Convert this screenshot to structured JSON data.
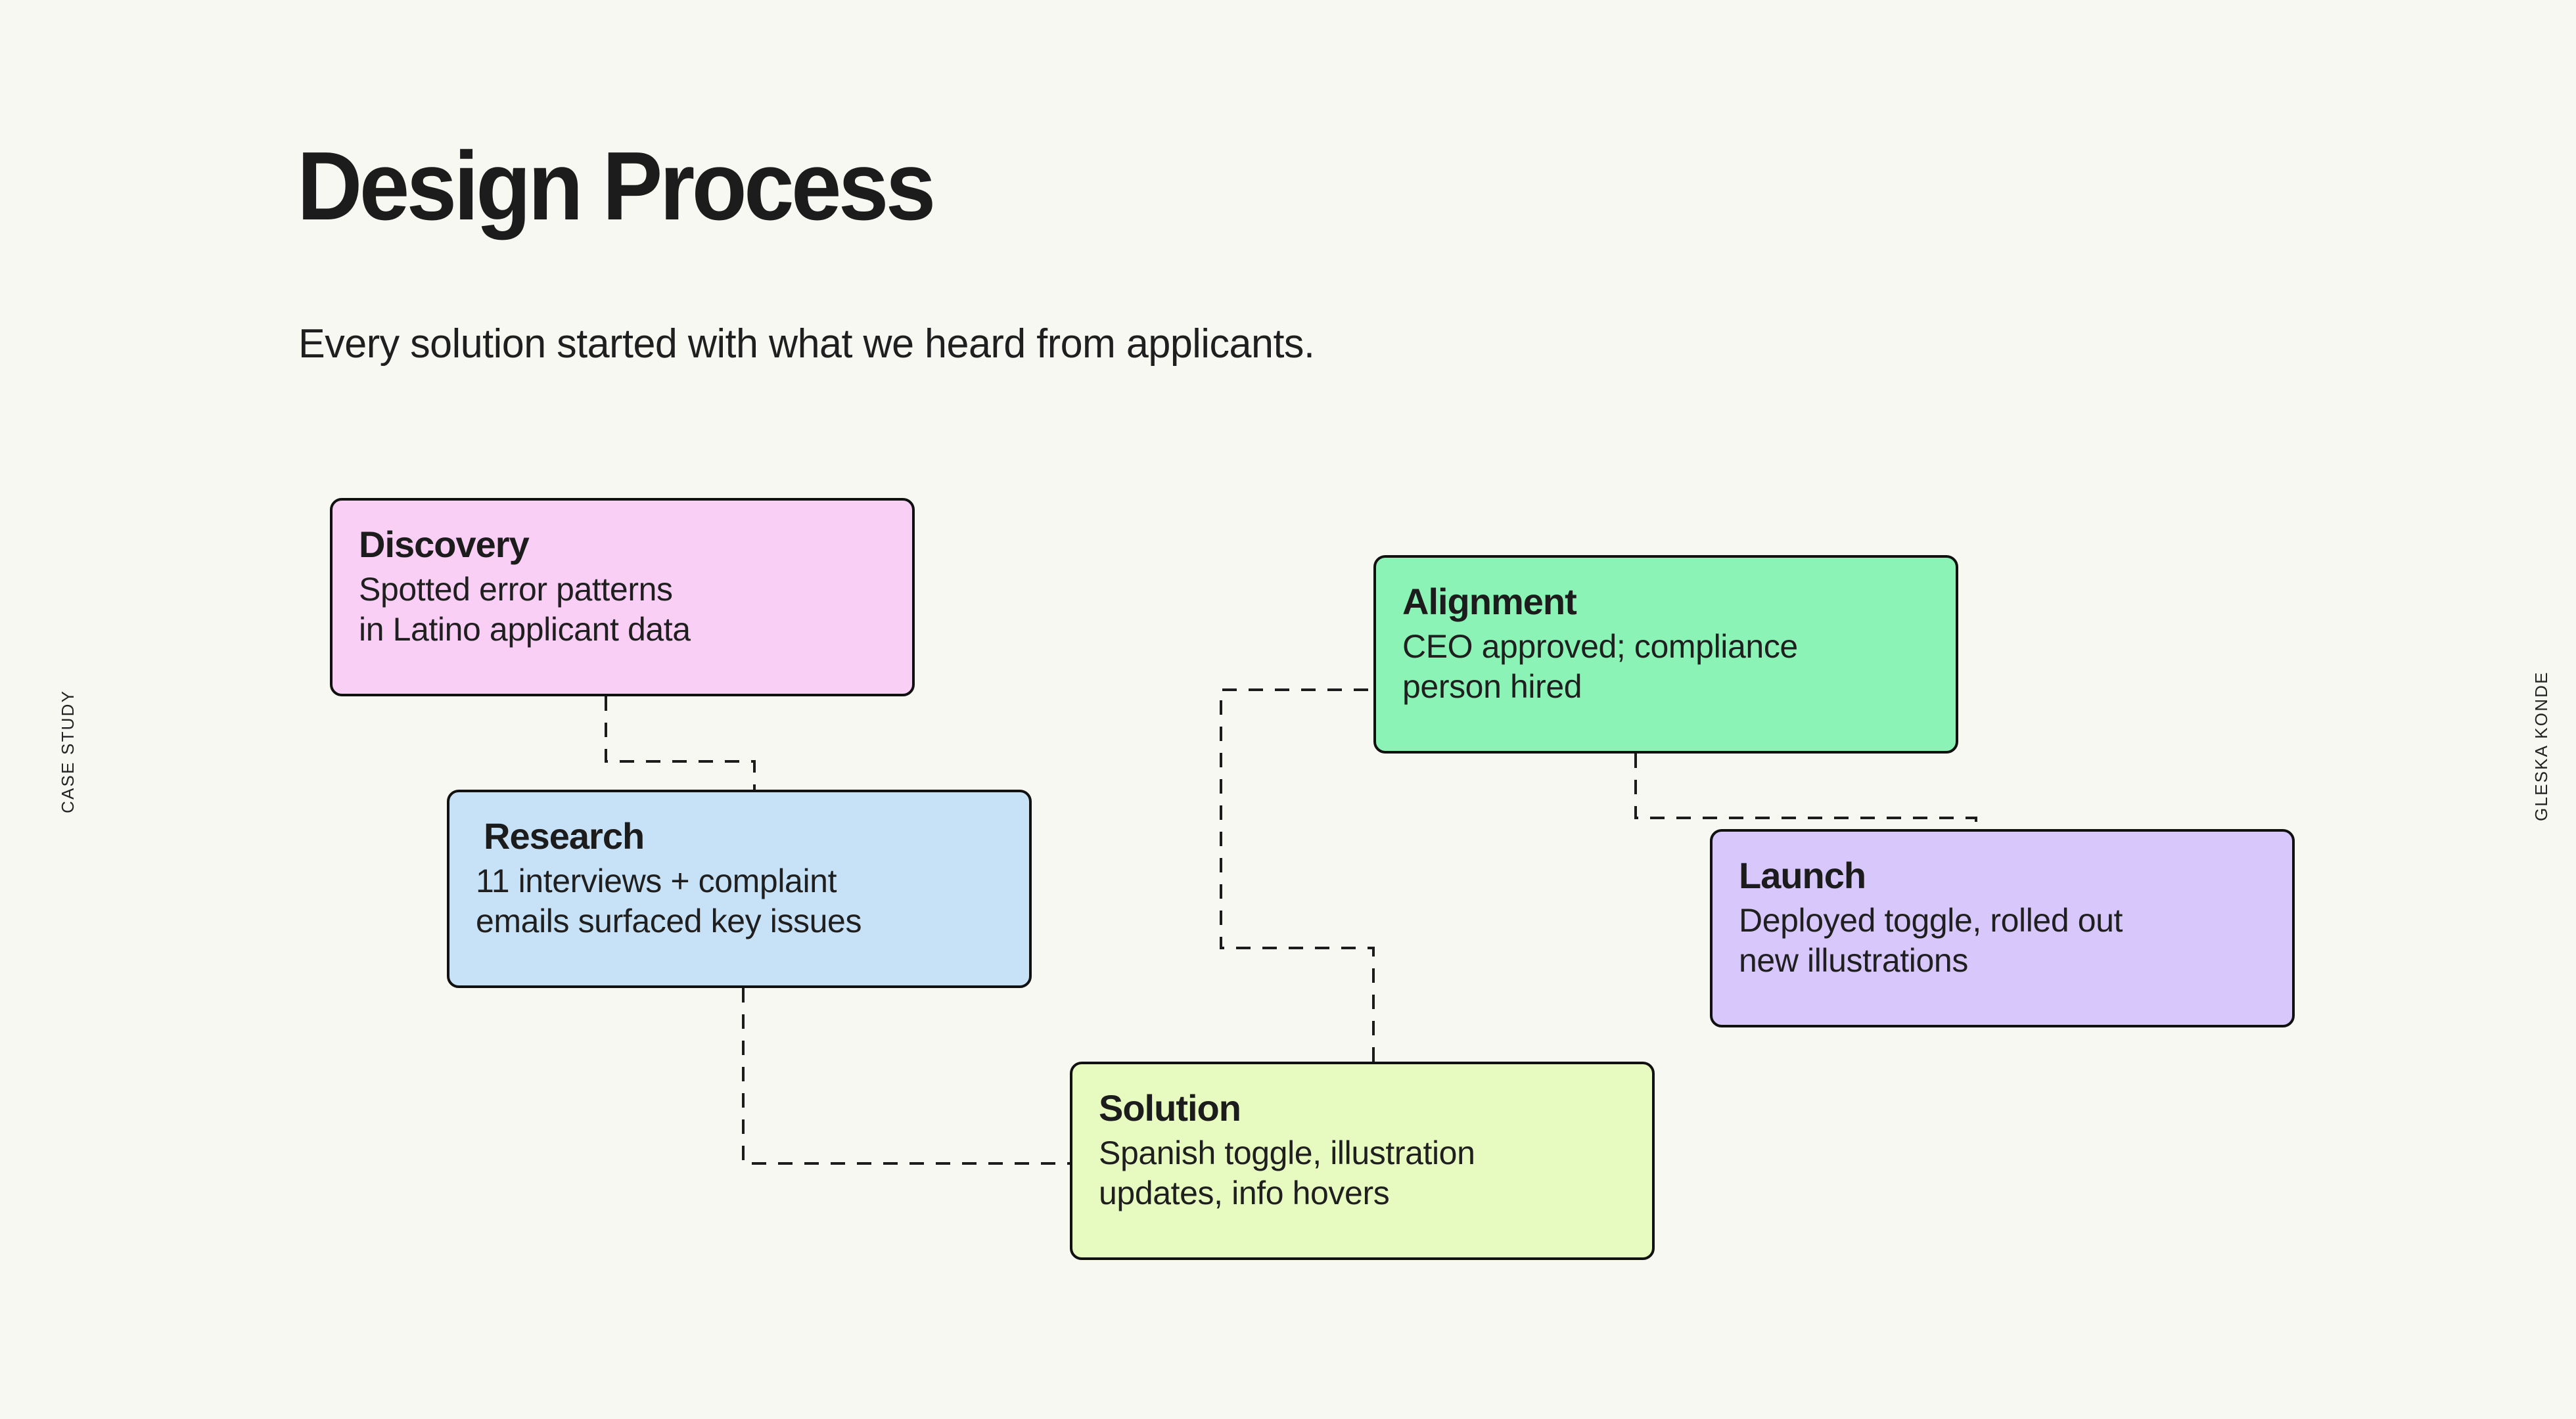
{
  "page": {
    "background_color": "#f7f8f1",
    "title": "Design Process",
    "subtitle": "Every solution started with what we heard from applicants."
  },
  "side_labels": {
    "left": "CASE STUDY",
    "right": "GLESKA KONDE"
  },
  "diagram": {
    "type": "flow",
    "connector_style": "dashed-orthogonal",
    "connector_color": "#1c1c1c",
    "cards": [
      {
        "id": "discovery",
        "title": "Discovery",
        "body": "Spotted error patterns\nin Latino applicant data",
        "color": "#f9cff5"
      },
      {
        "id": "research",
        "title": "Research",
        "body": "11 interviews + complaint\nemails surfaced key issues",
        "color": "#c7e2f7"
      },
      {
        "id": "solution",
        "title": "Solution",
        "body": "Spanish toggle, illustration\nupdates, info hovers",
        "color": "#e7fac0"
      },
      {
        "id": "alignment",
        "title": "Alignment",
        "body": "CEO approved; compliance\nperson hired",
        "color": "#8af3b5"
      },
      {
        "id": "launch",
        "title": "Launch",
        "body": "Deployed toggle, rolled out\nnew illustrations",
        "color": "#d8c7fb"
      }
    ],
    "connections": [
      {
        "from": "discovery",
        "to": "research"
      },
      {
        "from": "research",
        "to": "solution"
      },
      {
        "from": "solution",
        "to": "alignment"
      },
      {
        "from": "alignment",
        "to": "launch"
      }
    ]
  }
}
